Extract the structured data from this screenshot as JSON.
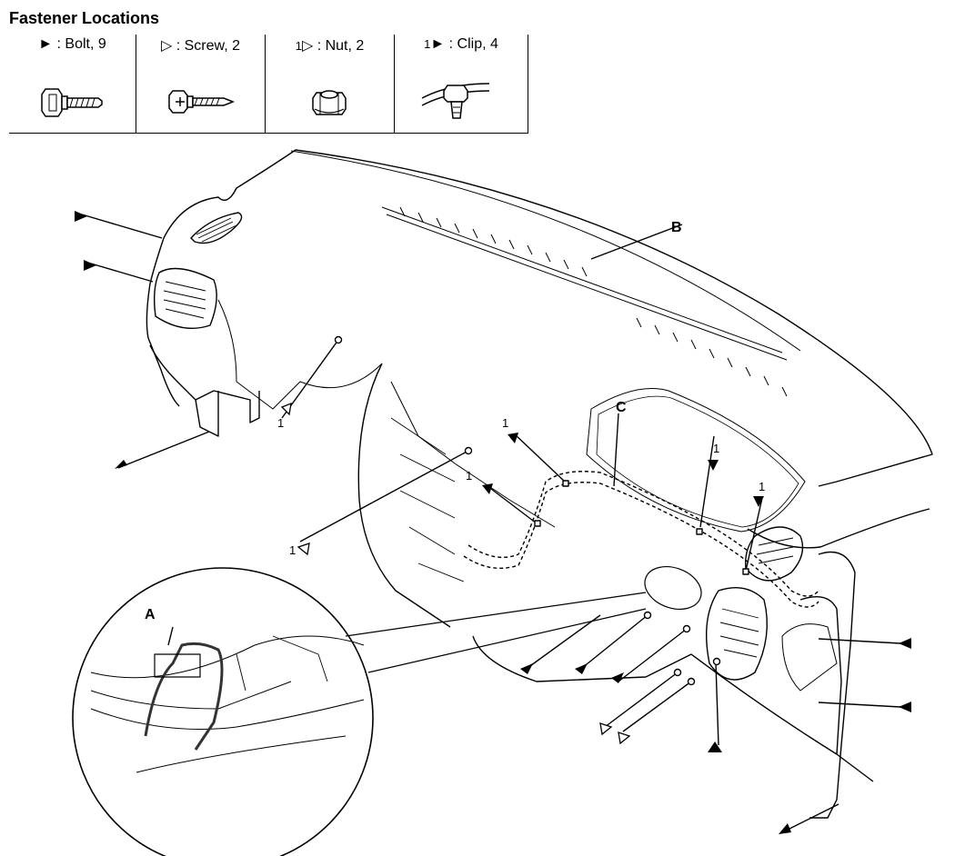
{
  "title": "Fastener Locations",
  "legend": [
    {
      "symbol": "►",
      "prefix": "",
      "text": " : Bolt, 9",
      "icon": "bolt-icon"
    },
    {
      "symbol": "▷",
      "prefix": "",
      "text": " : Screw, 2",
      "icon": "screw-icon"
    },
    {
      "symbol": "▷",
      "prefix": "1",
      "text": " : Nut, 2",
      "icon": "nut-icon"
    },
    {
      "symbol": "►",
      "prefix": "1",
      "text": " : Clip, 4",
      "icon": "clip-icon"
    }
  ],
  "callouts": {
    "a": "A",
    "b": "B",
    "c": "C"
  },
  "marker_prefix": "1",
  "colors": {
    "line": "#000000",
    "fill": "#ffffff",
    "detail": "#555555"
  }
}
